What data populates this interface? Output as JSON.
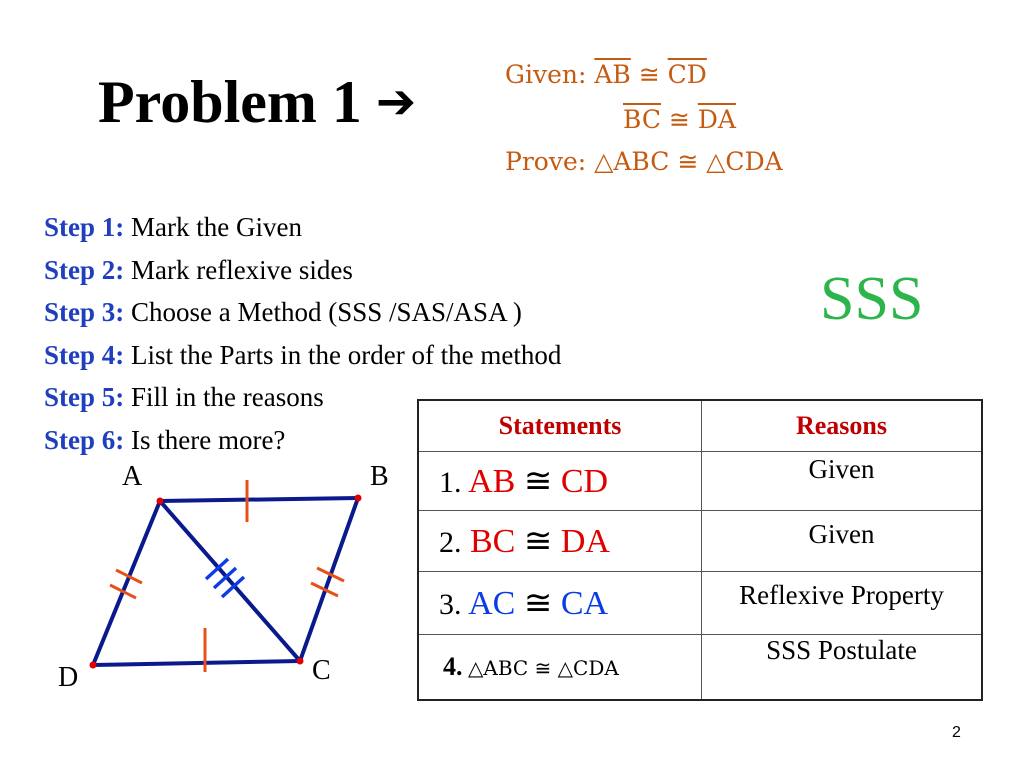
{
  "title": {
    "text": "Problem 1",
    "arrow": "➔"
  },
  "given": {
    "given_label": "Given:",
    "line1": {
      "a": "AB",
      "rel": "≅",
      "b": "CD"
    },
    "line2": {
      "a": "BC",
      "rel": "≅",
      "b": "DA"
    },
    "prove_label": "Prove:",
    "prove": "△ABC ≅ △CDA"
  },
  "steps": [
    {
      "label": "Step 1:",
      "text": "Mark the Given"
    },
    {
      "label": "Step 2:",
      "text": "Mark reflexive sides"
    },
    {
      "label": "Step 3:",
      "text": "Choose a Method (SSS /SAS/ASA )"
    },
    {
      "label": "Step 4:",
      "text": "List the Parts in the order of the method"
    },
    {
      "label": "Step 5:",
      "text": "Fill in the reasons"
    },
    {
      "label": "Step 6:",
      "text": "Is there more?"
    }
  ],
  "method": "SSS",
  "diagram": {
    "points": {
      "A": "A",
      "B": "B",
      "C": "C",
      "D": "D"
    }
  },
  "proof_table": {
    "headers": {
      "statements": "Statements",
      "reasons": "Reasons"
    },
    "rows": [
      {
        "num": "1.",
        "a": "AB",
        "rel": "≅",
        "b": "CD",
        "reason": "Given"
      },
      {
        "num": "2.",
        "a": "BC",
        "rel": "≅",
        "b": "DA",
        "reason": "Given"
      },
      {
        "num": "3.",
        "a": "AC",
        "rel": "≅",
        "b": "CA",
        "reason": "Reflexive Property"
      },
      {
        "num": "4.",
        "statement": "△ABC ≅ △CDA",
        "reason": "SSS Postulate"
      }
    ]
  },
  "page_number": "2",
  "colors": {
    "given": "#c55a11",
    "step_label": "#1f3fbf",
    "method": "#2db54b",
    "header": "#c00000",
    "red": "#e00000",
    "blue": "#0c3ce6",
    "figure": "#0a1a8c",
    "marks": "#e8501a"
  }
}
